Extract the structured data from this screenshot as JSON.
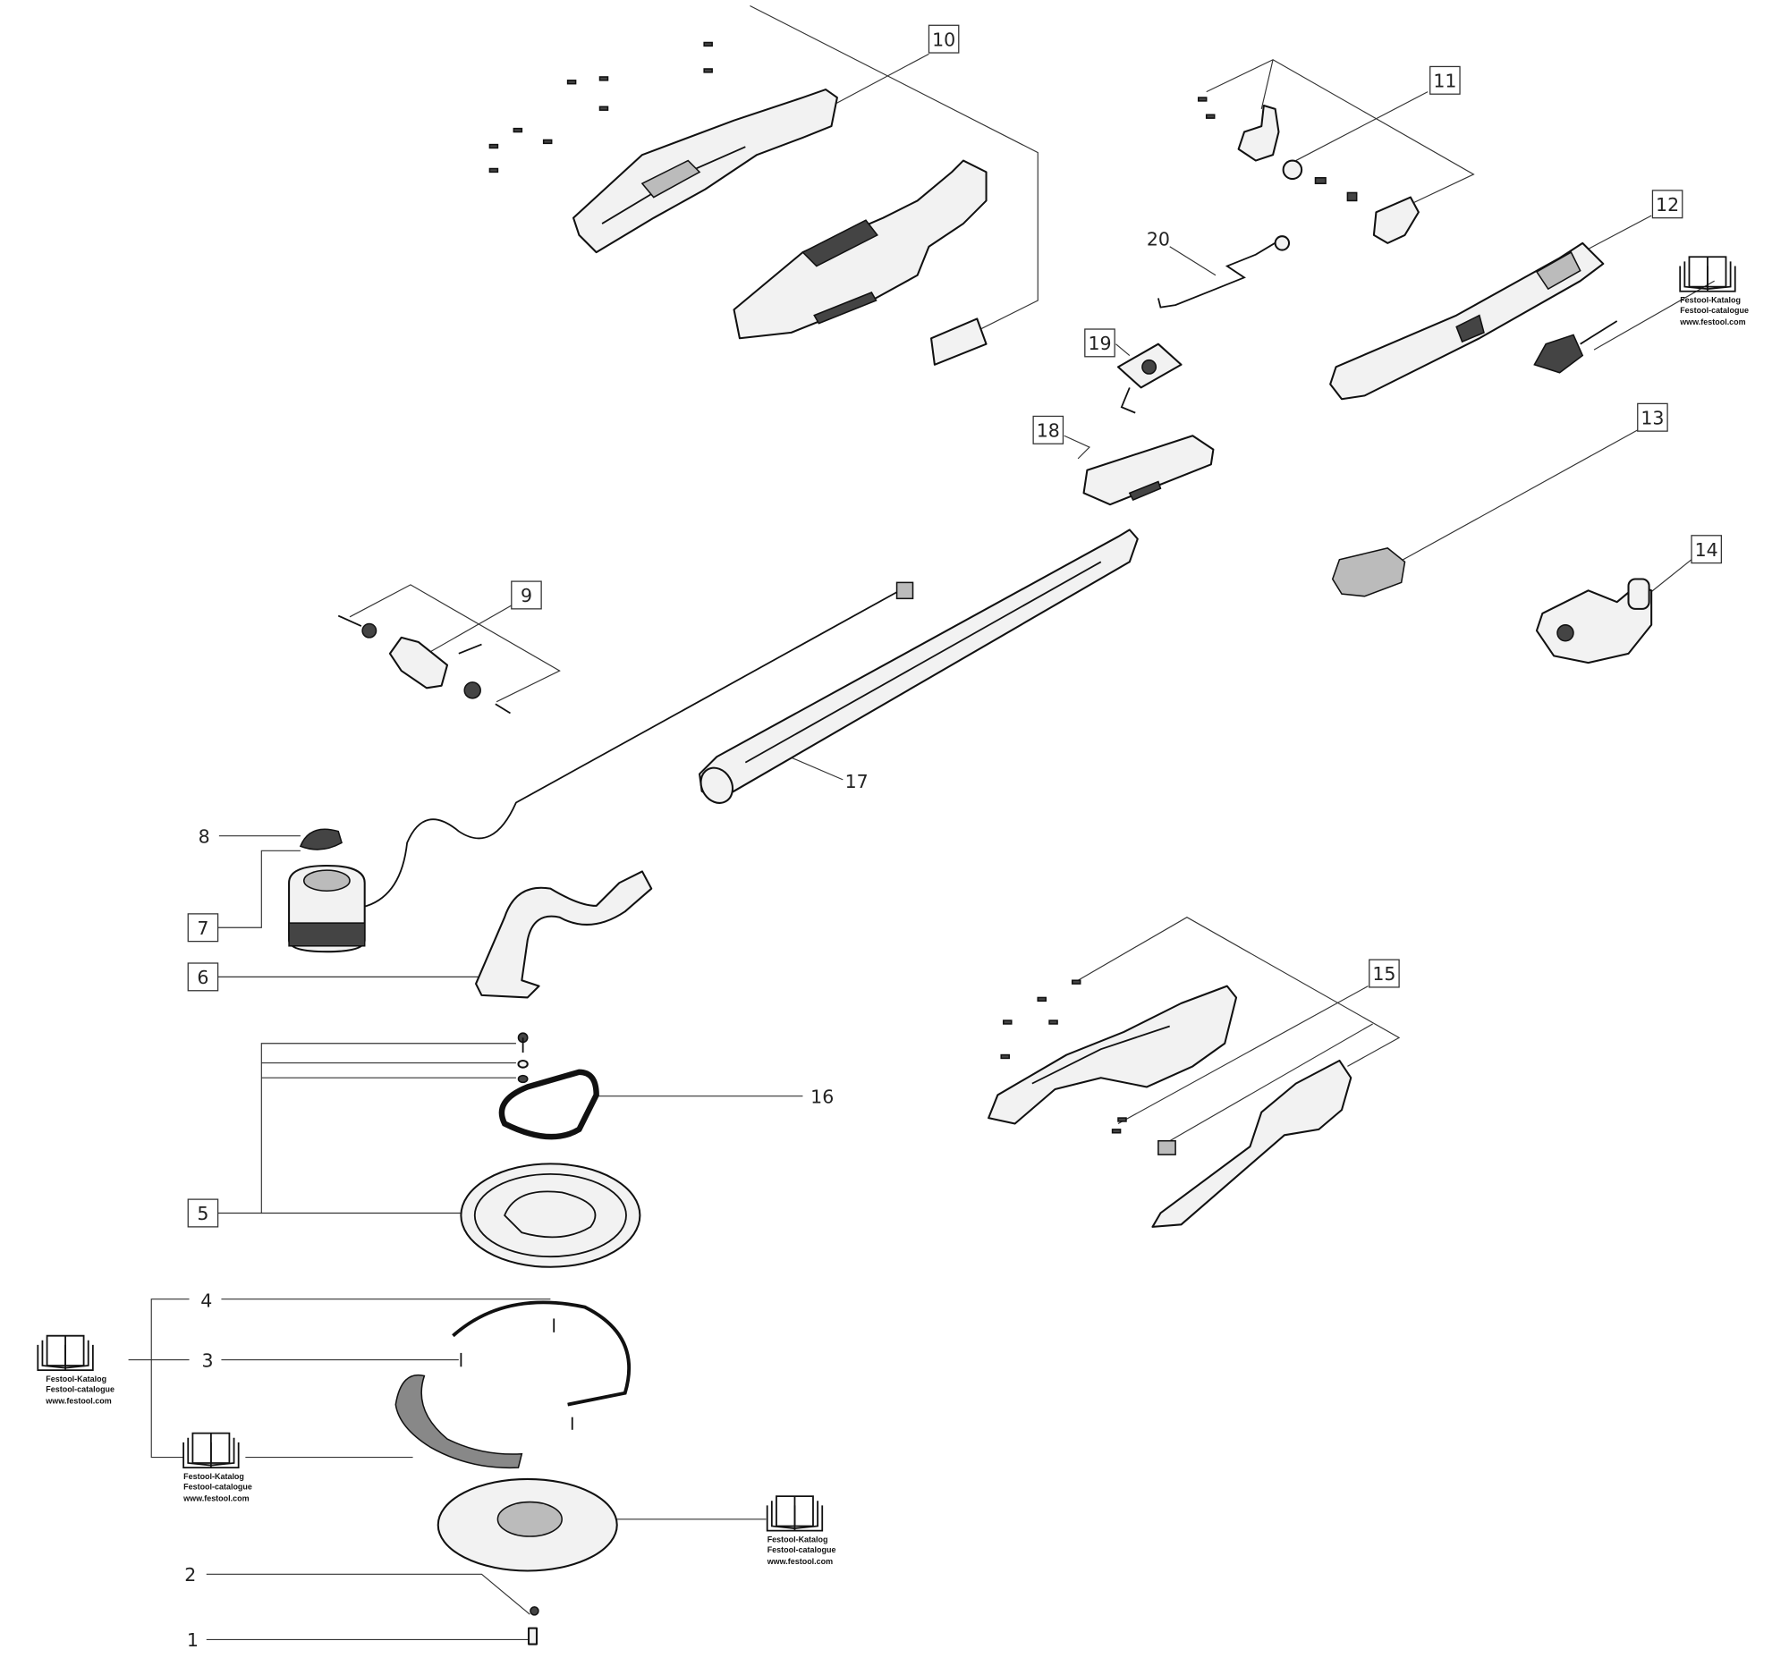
{
  "diagram": {
    "callouts": {
      "c1": "1",
      "c2": "2",
      "c3": "3",
      "c4": "4",
      "c5": "5",
      "c6": "6",
      "c7": "7",
      "c8": "8",
      "c9": "9",
      "c10": "10",
      "c11": "11",
      "c12": "12",
      "c13": "13",
      "c14": "14",
      "c15": "15",
      "c16": "16",
      "c17": "17",
      "c18": "18",
      "c19": "19",
      "c20": "20"
    },
    "catalog": {
      "line1": "Festool-Katalog",
      "line2": "Festool-catalogue",
      "line3": "www.festool.com"
    }
  }
}
